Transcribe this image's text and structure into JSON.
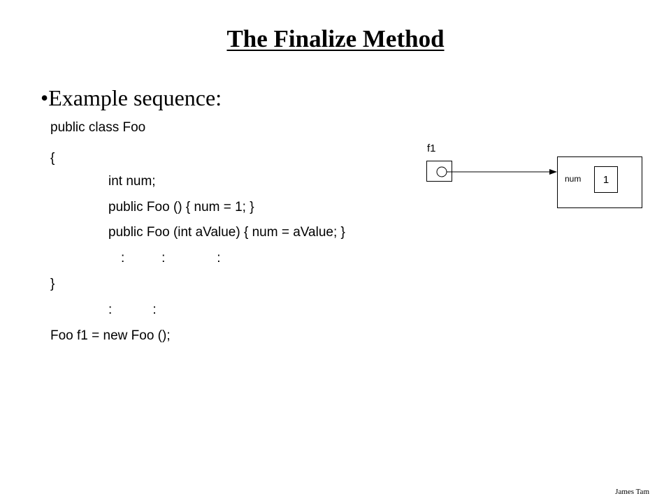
{
  "slide": {
    "title": "The Finalize Method",
    "bullet": "•Example sequence:",
    "code_lines": [
      "public class Foo",
      "{",
      "int num;",
      "public Foo () { num = 1; }",
      "public Foo (int aValue) { num = aValue; }",
      ":          :              :",
      "}",
      ":           :",
      "Foo f1 = new Foo ();"
    ]
  },
  "diagram": {
    "reference_label": "f1",
    "field_label": "num",
    "field_value": "1"
  },
  "footer": {
    "author": "James Tam"
  }
}
